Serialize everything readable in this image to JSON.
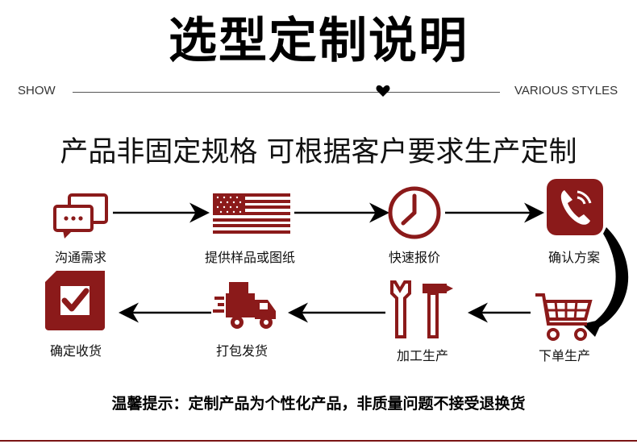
{
  "header": {
    "title": "选型定制说明",
    "left_tag": "SHOW",
    "right_tag": "VARIOUS STYLES",
    "heart_icon": "heart-icon"
  },
  "subtitle": "产品非固定规格  可根据客户要求生产定制",
  "colors": {
    "accent": "#8b1a1a",
    "text": "#111111"
  },
  "steps": [
    {
      "label": "沟通需求",
      "icon": "chat-bubbles-icon"
    },
    {
      "label": "提供样品或图纸",
      "icon": "us-flag-icon"
    },
    {
      "label": "快速报价",
      "icon": "clock-icon"
    },
    {
      "label": "确认方案",
      "icon": "phone-icon"
    },
    {
      "label": "下单生产",
      "icon": "shopping-cart-icon"
    },
    {
      "label": "加工生产",
      "icon": "tools-icon"
    },
    {
      "label": "打包发货",
      "icon": "delivery-truck-icon"
    },
    {
      "label": "确定收货",
      "icon": "checkmark-icon"
    }
  ],
  "notice": "温馨提示：定制产品为个性化产品，非质量问题不接受退换货"
}
